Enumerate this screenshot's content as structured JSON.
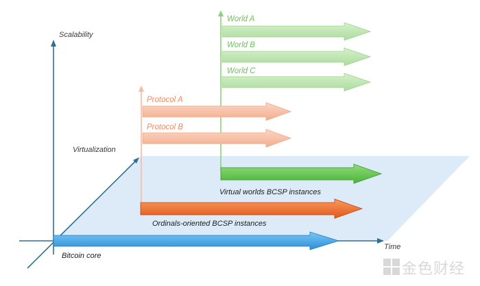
{
  "axes": {
    "scalability": "Scalability",
    "virtualization": "Virtualization",
    "time": "Time"
  },
  "arrows": {
    "bitcoin_core": "Bitcoin core",
    "ordinals": "Ordinals-oriented BCSP instances",
    "virtual_worlds": "Virtual worlds BCSP instances",
    "protocol_a": "Protocol A",
    "protocol_b": "Protocol B",
    "world_a": "World A",
    "world_b": "World B",
    "world_c": "World C"
  },
  "colors": {
    "axis": "#2f6f96",
    "plane": "#dcebf7",
    "bitcoin": "#3aa0e6",
    "ordinals": "#ef6a1e",
    "protocol": "#f5bba1",
    "protocol_text": "#f08a5d",
    "virtual": "#5ec24b",
    "world": "#bfe6b3",
    "world_text": "#6cc35a",
    "watermark": "#d8d8d8"
  },
  "watermark": {
    "icon": "golden-finance-logo-icon",
    "text": "金色财经"
  }
}
